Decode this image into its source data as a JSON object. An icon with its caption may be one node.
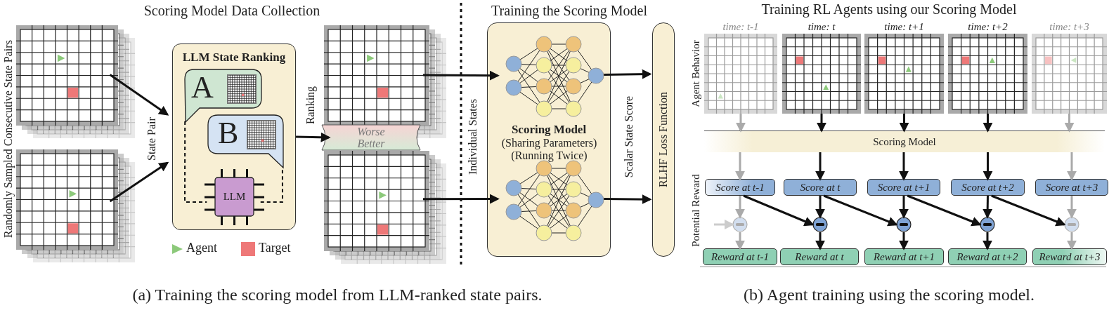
{
  "diagram": {
    "nodes": [
      {
        "text": [],
        "shape": "picture"
      },
      {
        "text": [],
        "shape": "picture"
      },
      {
        "text": [
          "LLM State Ranking"
        ]
      },
      {
        "text": [
          "A"
        ],
        "in": 2
      },
      {
        "text": [
          "B"
        ],
        "in": 2
      },
      {
        "text": [
          "LLM"
        ],
        "in": 2
      },
      {
        "text": [],
        "shape": "picture"
      },
      {
        "text": [
          "Worse",
          "Better"
        ]
      },
      {
        "text": [],
        "shape": "picture"
      },
      {
        "text": [
          "Scoring Model",
          "(Sharing Parameters) (Running Twice)"
        ]
      },
      {
        "text": [],
        "shape": "picture",
        "in": 9
      },
      {
        "text": [],
        "shape": "picture",
        "in": 9
      },
      {
        "text": [
          "RLHF Loss Function"
        ]
      },
      {
        "text": [
          "time: t-1"
        ]
      },
      {
        "text": [
          "time: t"
        ]
      },
      {
        "text": [
          "time: t+1"
        ]
      },
      {
        "text": [
          "time: t+2"
        ]
      },
      {
        "text": [
          "time: t+3"
        ]
      },
      {
        "text": [
          "Scoring Model"
        ]
      },
      {
        "text": [
          "Score at t-1"
        ]
      },
      {
        "text": [
          "Score at t"
        ]
      },
      {
        "text": [
          "Score at t+1"
        ]
      },
      {
        "text": [
          "Score at t+2"
        ]
      },
      {
        "text": [
          "Score at t+3"
        ]
      },
      {
        "text": [],
        "shape": "circle"
      },
      {
        "text": [],
        "shape": "circle"
      },
      {
        "text": [],
        "shape": "circle"
      },
      {
        "text": [],
        "shape": "circle"
      },
      {
        "text": [],
        "shape": "circle"
      },
      {
        "text": [
          "Reward at t-1"
        ]
      },
      {
        "text": [
          "Reward at t"
        ]
      },
      {
        "text": [
          "Reward at t+1"
        ]
      },
      {
        "text": [
          "Reward at t+2"
        ]
      },
      {
        "text": [
          "Reward at t+3"
        ]
      }
    ],
    "edges": [
      {
        "from": 0,
        "to": 2,
        "arrow": "to"
      },
      {
        "from": 1,
        "to": 2,
        "arrow": "to"
      },
      {
        "from": 2,
        "to": 7,
        "arrow": "to"
      },
      {
        "from": 3,
        "to": 5,
        "arrow": "none",
        "style": "dashed"
      },
      {
        "from": 5,
        "to": 4,
        "arrow": "none",
        "style": "dashed"
      },
      {
        "from": 6,
        "to": 10,
        "arrow": "to"
      },
      {
        "from": 8,
        "to": 11,
        "arrow": "to"
      },
      {
        "from": 10,
        "to": 12,
        "arrow": "to"
      },
      {
        "from": 11,
        "to": 12,
        "arrow": "to"
      },
      {
        "from": 13,
        "to": 18,
        "arrow": "to",
        "color": "#aaaaaa"
      },
      {
        "from": 14,
        "to": 18,
        "arrow": "to"
      },
      {
        "from": 15,
        "to": 18,
        "arrow": "to"
      },
      {
        "from": 16,
        "to": 18,
        "arrow": "to"
      },
      {
        "from": 17,
        "to": 18,
        "arrow": "to",
        "color": "#aaaaaa"
      },
      {
        "from": 18,
        "to": 19,
        "arrow": "to",
        "color": "#aaaaaa"
      },
      {
        "from": 18,
        "to": 20,
        "arrow": "to"
      },
      {
        "from": 18,
        "to": 21,
        "arrow": "to"
      },
      {
        "from": 18,
        "to": 22,
        "arrow": "to"
      },
      {
        "from": 18,
        "to": 23,
        "arrow": "to",
        "color": "#aaaaaa"
      },
      {
        "from": 19,
        "to": 24,
        "arrow": "to",
        "color": "#aaaaaa"
      },
      {
        "from": 20,
        "to": 25,
        "arrow": "to"
      },
      {
        "from": 21,
        "to": 26,
        "arrow": "to"
      },
      {
        "from": 22,
        "to": 27,
        "arrow": "to"
      },
      {
        "from": 23,
        "to": 28,
        "arrow": "to",
        "color": "#aaaaaa"
      },
      {
        "from": 19,
        "to": 25,
        "arrow": "to"
      },
      {
        "from": 20,
        "to": 26,
        "arrow": "to"
      },
      {
        "from": 21,
        "to": 27,
        "arrow": "to"
      },
      {
        "from": 22,
        "to": 28,
        "arrow": "to"
      },
      {
        "from": null,
        "to": 24,
        "arrow": "to",
        "color": "#cccccc"
      },
      {
        "from": 24,
        "to": 29,
        "arrow": "to",
        "color": "#aaaaaa"
      },
      {
        "from": 25,
        "to": 30,
        "arrow": "to"
      },
      {
        "from": 26,
        "to": 31,
        "arrow": "to"
      },
      {
        "from": 27,
        "to": 32,
        "arrow": "to"
      },
      {
        "from": 28,
        "to": 33,
        "arrow": "to",
        "color": "#aaaaaa"
      }
    ],
    "labels": [
      "Scoring Model Data Collection",
      "Training the Scoring Model",
      "Training RL Agents using our Scoring Model",
      "Randomly Sampled Consecutive State Pairs",
      "State Pair",
      "Ranking",
      "Individual States",
      "Scalar State Score",
      "Agent Behavior",
      "Potential Reward",
      "(a) Training the scoring model from LLM-ranked state pairs.",
      "(b) Agent training using the scoring model."
    ],
    "legend": [
      {
        "text": "Agent"
      },
      {
        "text": "Target",
        "color": "#ee7878"
      }
    ]
  }
}
